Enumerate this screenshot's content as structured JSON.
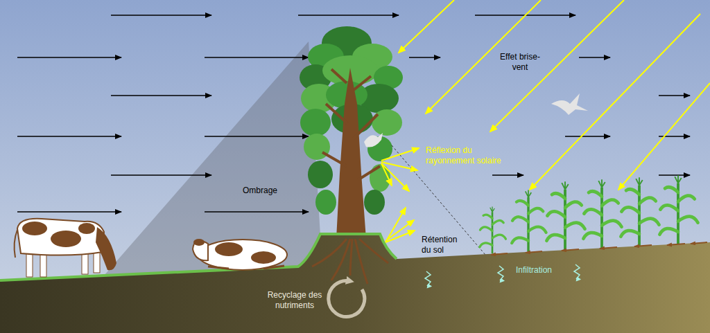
{
  "diagram": {
    "labels": [
      "Effet brise- vent",
      "Ombrage",
      "Réflexion du rayonnement solaire",
      "Rétention du sol",
      "Infiltration",
      "Recyclage des nutriments"
    ]
  }
}
